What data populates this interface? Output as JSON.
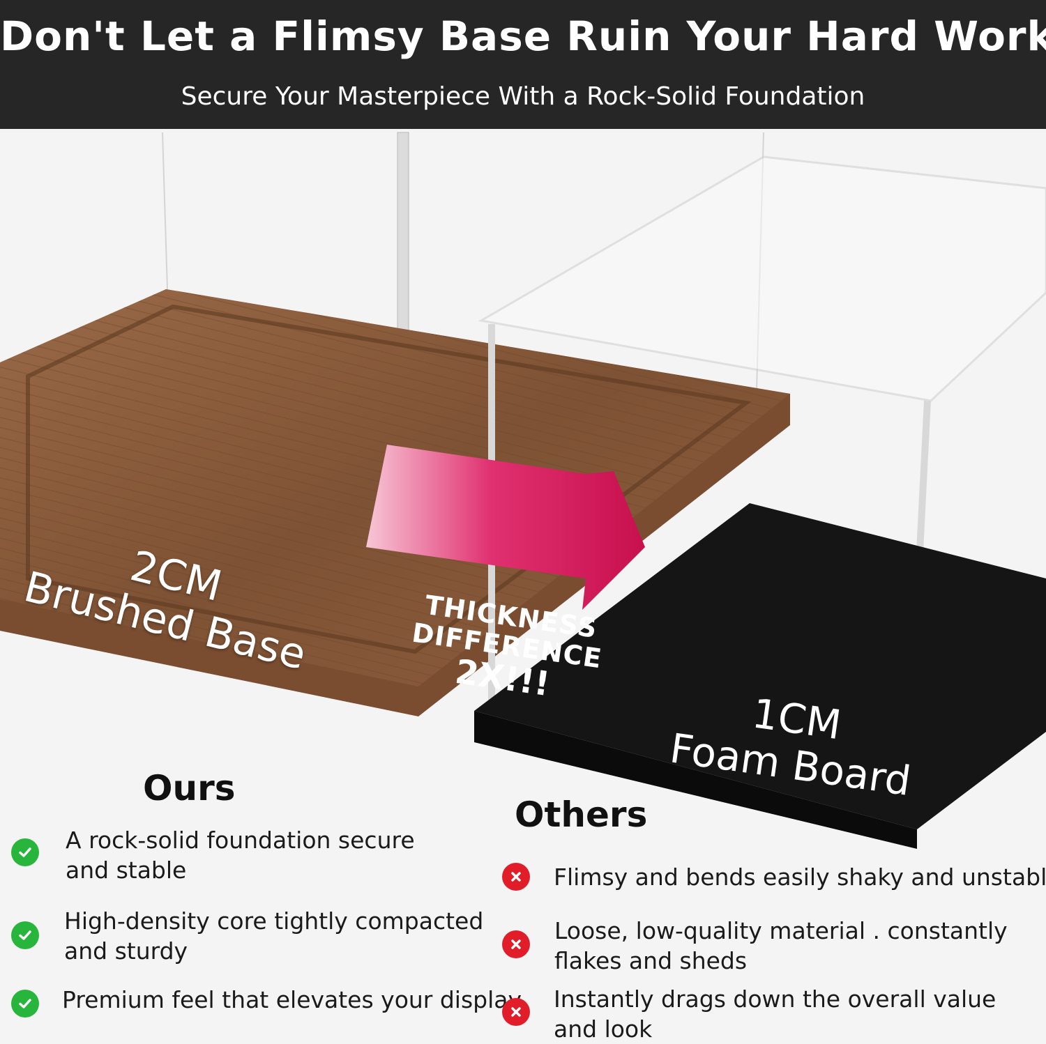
{
  "header": {
    "title": "Don't Let a Flimsy Base Ruin Your Hard Work",
    "subtitle": "Secure Your Masterpiece With a Rock-Solid Foundation"
  },
  "labels": {
    "ours_line1": "2CM",
    "ours_line2": "Brushed Base",
    "others_line1": "1CM",
    "others_line2": "Foam Board",
    "badge_line1": "THICKNESS",
    "badge_line2": "DIFFERENCE",
    "badge_line3": "2X!!!"
  },
  "ours": {
    "title": "Ours",
    "items": [
      {
        "text": "A rock-solid foundation secure\nand stable",
        "icon": "check-circle-icon"
      },
      {
        "text": "High-density core tightly compacted\nand sturdy",
        "icon": "check-circle-icon"
      },
      {
        "text": "Premium feel that elevates your display",
        "icon": "check-circle-icon"
      }
    ]
  },
  "others": {
    "title": "Others",
    "items": [
      {
        "text": "Flimsy and bends easily shaky and unstable",
        "icon": "cross-circle-icon"
      },
      {
        "text": "Loose, low-quality material . constantly\nflakes and sheds",
        "icon": "cross-circle-icon"
      },
      {
        "text": "Instantly drags down the overall value\nand look",
        "icon": "cross-circle-icon"
      }
    ]
  },
  "colors": {
    "header_bg": "#262626",
    "check": "#27b53b",
    "cross": "#e11d2a",
    "badge": "#d81b5d",
    "walnut": "#8a5a3b",
    "foam": "#151515"
  }
}
